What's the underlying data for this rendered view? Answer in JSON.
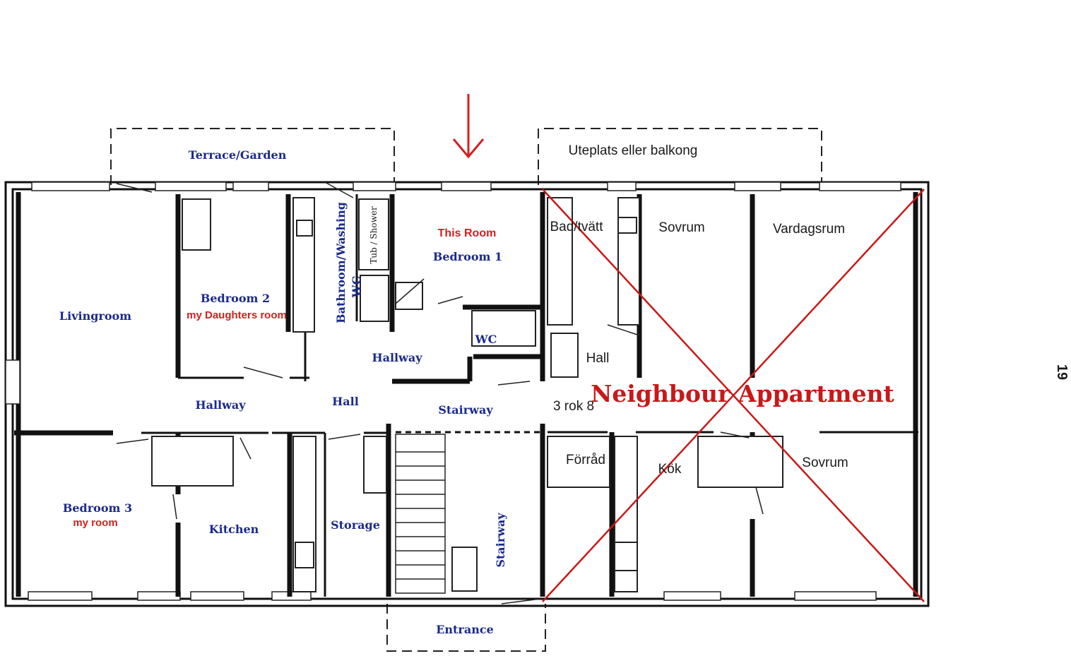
{
  "rooms": {
    "terrace": "Terrace/Garden",
    "livingroom": "Livingroom",
    "bedroom2": "Bedroom 2",
    "bedroom2_note": "my Daughters room",
    "bathroom": "Bathroom/Washing",
    "bathroom_wc": "WC",
    "tub": "Tub / Shower",
    "this_room": "This Room",
    "bedroom1": "Bedroom 1",
    "wc": "WC",
    "hallway_center": "Hallway",
    "hallway_left": "Hallway",
    "hall": "Hall",
    "stairway_top": "Stairway",
    "stairway_side": "Stairway",
    "bedroom3": "Bedroom 3",
    "bedroom3_note": "my room",
    "kitchen": "Kitchen",
    "storage": "Storage",
    "entrance": "Entrance"
  },
  "neighbour": {
    "uteplats": "Uteplats eller balkong",
    "badtvatt": "Bad/tvätt",
    "sovrum_top": "Sovrum",
    "vardagsrum": "Vardagsrum",
    "hall": "Hall",
    "rok": "3 rok 8",
    "forrad": "Förråd",
    "kok": "Kök",
    "sovrum_bottom": "Sovrum",
    "banner": "Neighbour Appartment"
  },
  "page_number": "19",
  "colors": {
    "label_blue": "#1a2a8c",
    "annotation_red": "#d42020",
    "cross_red": "#c81818",
    "line": "#111111"
  },
  "icons": {
    "pointer": "arrow-down-icon",
    "cross": "cross-out-icon"
  }
}
